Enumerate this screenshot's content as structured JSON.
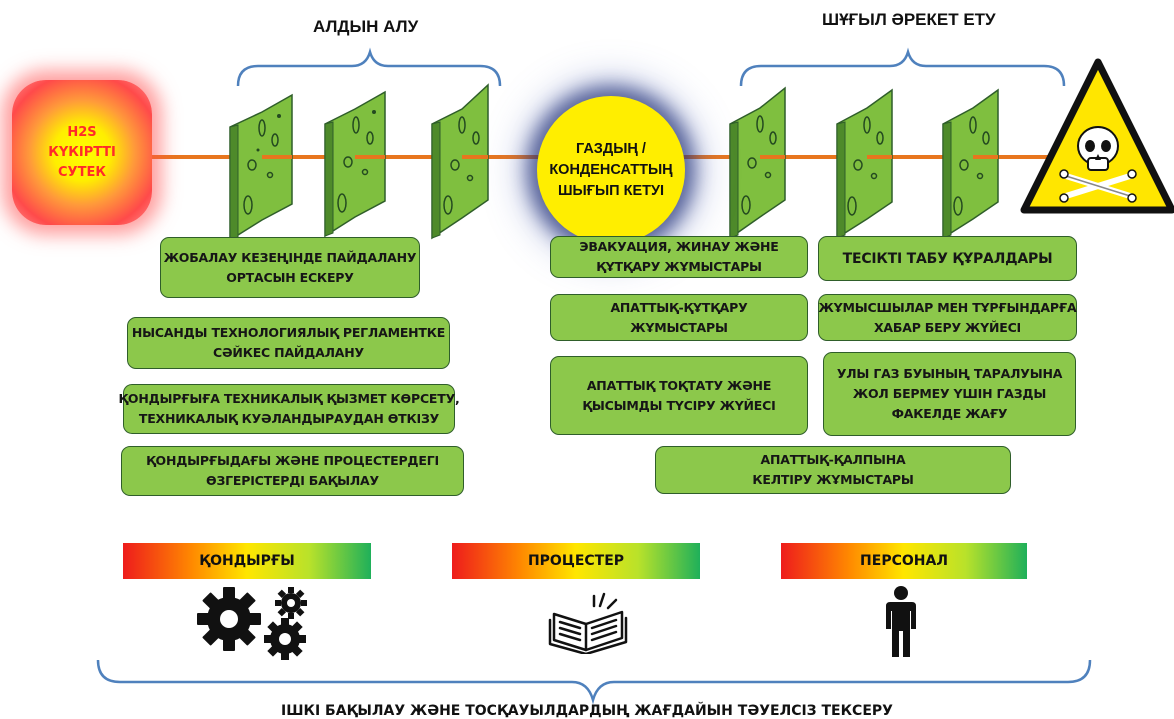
{
  "sections": {
    "prevention_title": "АЛДЫН АЛУ",
    "response_title": "ШҰҒЫЛ ӘРЕКЕТ ЕТУ"
  },
  "hazard_source": {
    "lines": [
      "H2S",
      "КҮКІРТТІ",
      "СУТЕК"
    ]
  },
  "leak_event": {
    "lines": [
      "ГАЗДЫҢ /",
      "КОНДЕНСАТТЫҢ",
      "ШЫҒЫП КЕТУІ"
    ]
  },
  "prevention_measures": [
    {
      "lines": [
        "ЖОБАЛАУ КЕЗЕҢІНДЕ ПАЙДАЛАНУ",
        "ОРТАСЫН ЕСКЕРУ"
      ]
    },
    {
      "lines": [
        "НЫСАНДЫ ТЕХНОЛОГИЯЛЫҚ РЕГЛАМЕНТКЕ",
        "СӘЙКЕС ПАЙДАЛАНУ"
      ]
    },
    {
      "lines": [
        "ҚОНДЫРҒЫҒА ТЕХНИКАЛЫҚ ҚЫЗМЕТ КӨРСЕТУ,",
        "ТЕХНИКАЛЫҚ КУӘЛАНДЫРАУДАН ӨТКІЗУ"
      ]
    },
    {
      "lines": [
        "ҚОНДЫРҒЫДАҒЫ ЖӘНЕ ПРОЦЕСТЕРДЕГІ",
        "ӨЗГЕРІСТЕРДІ БАҚЫЛАУ"
      ]
    }
  ],
  "response_measures": [
    {
      "lines": [
        "ЭВАКУАЦИЯ, ЖИНАУ ЖӘНЕ",
        "ҚҰТҚАРУ ЖҰМЫСТАРЫ"
      ]
    },
    {
      "lines": [
        "ТЕСІКТІ ТАБУ ҚҰРАЛДАРЫ"
      ]
    },
    {
      "lines": [
        "АПАТТЫҚ-ҚҰТҚАРУ",
        "ЖҰМЫСТАРЫ"
      ]
    },
    {
      "lines": [
        "ЖҰМЫСШЫЛАР МЕН ТҰРҒЫНДАРҒА",
        "ХАБАР БЕРУ ЖҮЙЕСІ"
      ]
    },
    {
      "lines": [
        "АПАТТЫҚ ТОҚТАТУ ЖӘНЕ",
        "ҚЫСЫМДЫ ТҮСІРУ ЖҮЙЕСІ"
      ]
    },
    {
      "lines": [
        "УЛЫ ГАЗ БУЫНЫҢ ТАРАЛУЫНА",
        "ЖОЛ БЕРМЕУ ҮШІН ГАЗДЫ",
        "ФАКЕЛДЕ ЖАҒУ"
      ]
    },
    {
      "lines": [
        "АПАТТЫҚ-ҚАЛПЫНА",
        "КЕЛТІРУ ЖҰМЫСТАРЫ"
      ]
    }
  ],
  "categories": [
    {
      "label": "ҚОНДЫРҒЫ",
      "icon": "gears-icon"
    },
    {
      "label": "ПРОЦЕСТЕР",
      "icon": "open-book-icon"
    },
    {
      "label": "ПЕРСОНАЛ",
      "icon": "person-icon"
    }
  ],
  "footer": "ІШКІ БАҚЫЛАУ ЖӘНЕ ТОСҚАУЫЛДАРДЫҢ ЖАҒДАЙЫН ТӘУЕЛСІЗ ТЕКСЕРУ",
  "colors": {
    "barrier_green": "#8cc84b",
    "path_orange": "#e8761e",
    "bracket_blue": "#4f81bd",
    "warning_yellow": "#ffe600"
  }
}
